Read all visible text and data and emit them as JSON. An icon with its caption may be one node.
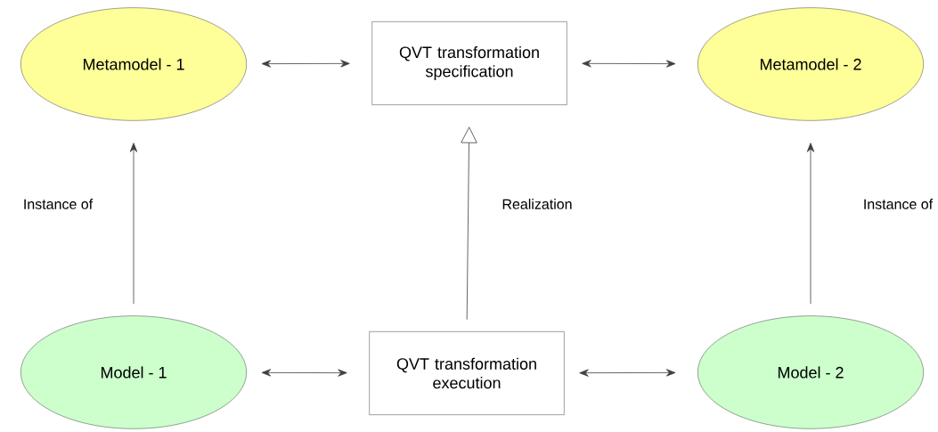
{
  "diagram": {
    "nodes": [
      {
        "text": [
          "Metamodel - 1"
        ]
      },
      {
        "text": [
          "QVT transformation specification"
        ]
      },
      {
        "text": [
          "Metamodel - 2"
        ]
      },
      {
        "text": [
          "Model - 1"
        ]
      },
      {
        "text": [
          "QVT transformation execution"
        ]
      },
      {
        "text": [
          "Model - 2"
        ]
      }
    ],
    "edges": [
      {
        "from": 0,
        "to": 1,
        "arrow": "both"
      },
      {
        "from": 1,
        "to": 2,
        "arrow": "both"
      },
      {
        "from": 3,
        "to": 0,
        "arrow": "to",
        "label": "Instance of"
      },
      {
        "from": 4,
        "to": 1,
        "arrow": "to",
        "label": "Realization"
      },
      {
        "from": 5,
        "to": 2,
        "arrow": "to",
        "label": "Instance of"
      },
      {
        "from": 3,
        "to": 4,
        "arrow": "both"
      },
      {
        "from": 4,
        "to": 5,
        "arrow": "both"
      }
    ]
  }
}
